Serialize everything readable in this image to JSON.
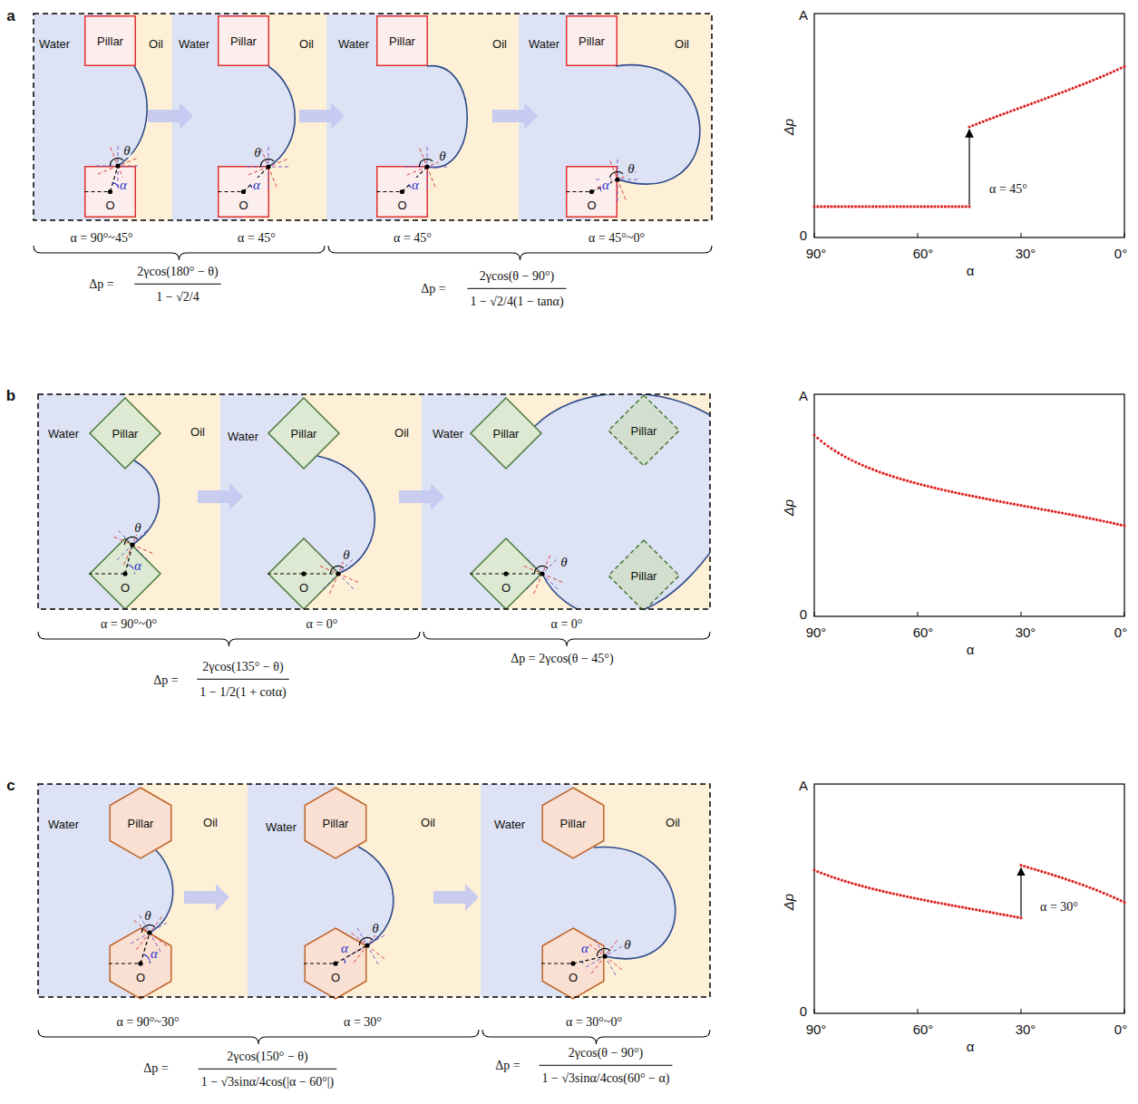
{
  "diagram": {
    "nodes": [
      {
        "text": [
          "Pillar"
        ]
      },
      {
        "text": [
          "O"
        ]
      },
      {
        "text": [
          "Pillar"
        ]
      },
      {
        "text": [
          "O"
        ]
      },
      {
        "text": [
          "Pillar"
        ]
      },
      {
        "text": [
          "O"
        ]
      },
      {
        "text": [
          "Pillar"
        ]
      },
      {
        "text": [
          "O"
        ]
      },
      {
        "text": [
          "Pillar"
        ]
      },
      {
        "text": [
          "O"
        ]
      },
      {
        "text": [
          "Pillar"
        ]
      },
      {
        "text": [
          "O"
        ]
      },
      {
        "text": [
          "Pillar"
        ]
      },
      {
        "text": [
          "O"
        ]
      },
      {
        "text": [
          "Pillar"
        ]
      },
      {
        "text": [
          "Pillar"
        ]
      },
      {
        "text": [
          "Pillar"
        ]
      },
      {
        "text": [
          "O"
        ]
      },
      {
        "text": [
          "Pillar"
        ]
      },
      {
        "text": [
          "O"
        ]
      },
      {
        "text": [
          "Pillar"
        ]
      },
      {
        "text": [
          "O"
        ]
      }
    ],
    "labels": [
      "a",
      "Water",
      "Oil",
      "θ",
      "α",
      "Water",
      "Oil",
      "θ",
      "α",
      "Water",
      "Oil",
      "θ",
      "α",
      "Water",
      "Oil",
      "θ",
      "α",
      "α = 90°~45°",
      "α = 45°",
      "α = 45°",
      "α = 45°~0°",
      "Δp =",
      "2γcos(180° − θ)",
      "1 − √2/4",
      "Δp =",
      "2γcos(θ − 90°)",
      "1 − √2/4(1 − tanα)",
      "A",
      "Δp",
      "0",
      "90°",
      "60°",
      "30°",
      "0°",
      "α",
      "α = 45°",
      "b",
      "Water",
      "Oil",
      "θ",
      "α",
      "Water",
      "Oil",
      "θ",
      "Water",
      "θ",
      "α = 90°~0°",
      "α = 0°",
      "α = 0°",
      "Δp =",
      "2γcos(135° − θ)",
      "1 − 1/2(1 + cotα)",
      "Δp = 2γcos(θ − 45°)",
      "A",
      "Δp",
      "0",
      "90°",
      "60°",
      "30°",
      "0°",
      "α",
      "c",
      "Water",
      "Oil",
      "θ",
      "α",
      "Water",
      "Oil",
      "θ",
      "α",
      "Water",
      "Oil",
      "θ",
      "α",
      "α = 90°~30°",
      "α = 30°",
      "α = 30°~0°",
      "Δp =",
      "2γcos(150° − θ)",
      "1 − √3sinα/4cos(|α − 60°|)",
      "Δp =",
      "2γcos(θ − 90°)",
      "1 − √3sinα/4cos(60° − α)",
      "A",
      "Δp",
      "0",
      "90°",
      "60°",
      "30°",
      "0°",
      "α",
      "α = 30°"
    ]
  }
}
